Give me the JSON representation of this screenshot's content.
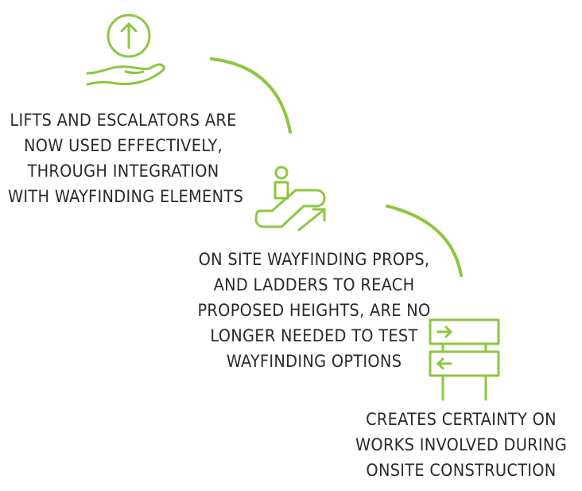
{
  "accent_color": "#8dc63f",
  "text_color": "#2a2a2a",
  "steps": [
    {
      "icon": "hand-with-up-arrow-icon",
      "lines": [
        "LIFTS AND ESCALATORS ARE",
        "NOW USED EFFECTIVELY,",
        "THROUGH INTEGRATION",
        "WITH WAYFINDING ELEMENTS"
      ]
    },
    {
      "icon": "escalator-icon",
      "lines": [
        "ON SITE WAYFINDING PROPS,",
        "AND LADDERS TO REACH",
        "PROPOSED HEIGHTS, ARE NO",
        "LONGER NEEDED TO TEST",
        "WAYFINDING OPTIONS"
      ]
    },
    {
      "icon": "directional-signpost-icon",
      "lines": [
        "CREATES CERTAINTY ON",
        "WORKS INVOLVED DURING",
        "ONSITE CONSTRUCTION"
      ]
    }
  ]
}
